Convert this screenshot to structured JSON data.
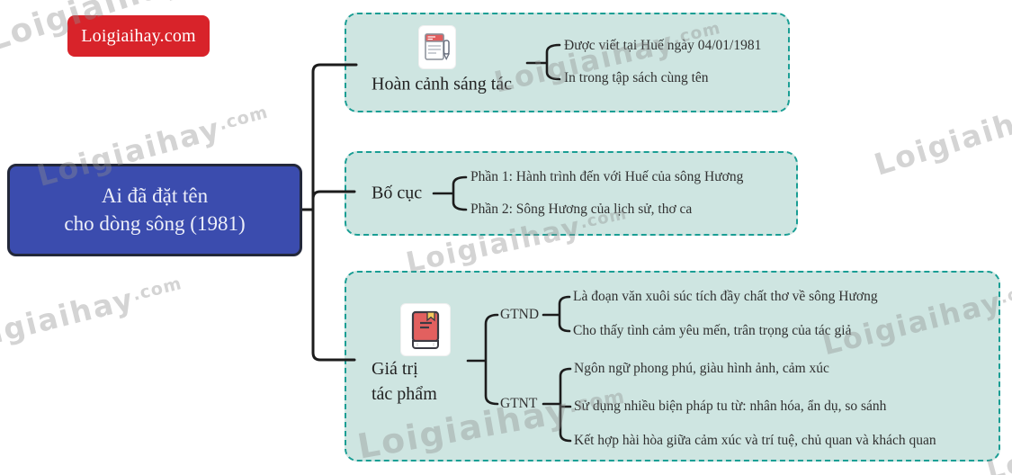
{
  "brand": {
    "label": "Loigiaihay.com"
  },
  "root": {
    "title_lines": [
      "Ai đã đặt tên",
      "cho dòng sông (1981)"
    ]
  },
  "branches": [
    {
      "label": "Hoàn cảnh sáng tác",
      "icon": "newspaper-pen-icon",
      "items": [
        "Được viết tại Huế ngày 04/01/1981",
        "In trong tập sách cùng tên"
      ]
    },
    {
      "label": "Bố cục",
      "items": [
        "Phần 1: Hành trình đến với Huế của sông Hương",
        "Phần 2: Sông Hương của lịch sử, thơ ca"
      ]
    },
    {
      "label": "Giá trị tác phẩm",
      "label_lines": [
        "Giá trị",
        "tác phẩm"
      ],
      "icon": "red-book-icon",
      "sub_branches": [
        {
          "label": "GTND",
          "items": [
            "Là đoạn văn xuôi súc tích đầy chất thơ về sông Hương",
            "Cho thấy tình cảm yêu mến, trân trọng của tác giả"
          ]
        },
        {
          "label": "GTNT",
          "items": [
            "Ngôn ngữ phong phú, giàu hình ảnh, cảm xúc",
            "Sử dụng nhiều biện pháp tu từ: nhân hóa, ẩn dụ, so sánh",
            "Kết hợp hài hòa giữa cảm xúc và trí tuệ, chủ quan và khách quan"
          ]
        }
      ]
    }
  ],
  "watermark": {
    "text": "Loigiaihay",
    "suffix": ".com"
  },
  "colors": {
    "badge_red": "#d8232a",
    "node_blue": "#3b4cae",
    "node_border": "#23283a",
    "box_fill": "#cee5e1",
    "box_border": "#1a9e94",
    "connector": "#1c1c1c",
    "text_dark": "#313131",
    "watermark_gray": "#8f8f8f"
  }
}
